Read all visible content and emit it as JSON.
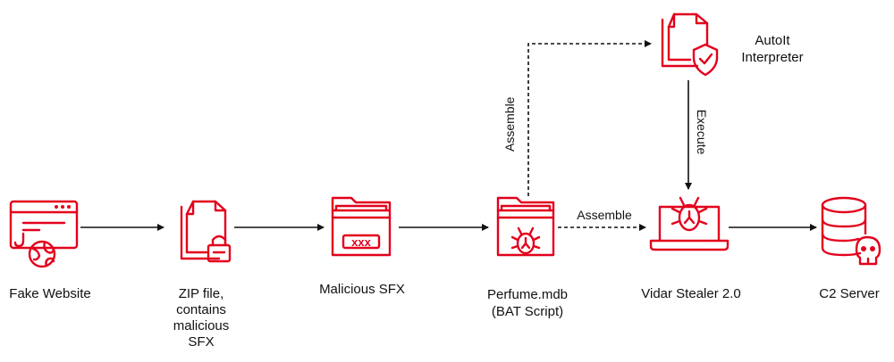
{
  "diagram": {
    "accent_color": "#e3001b",
    "line_color": "#111111",
    "nodes": {
      "fake_website": {
        "label": "Fake Website",
        "icon": "browser-globe-icon"
      },
      "zip_file": {
        "label": "ZIP file,\ncontains\nmalicious\nSFX",
        "icon": "locked-files-icon"
      },
      "malicious_sfx": {
        "label": "Malicious SFX",
        "icon": "folder-password-icon"
      },
      "perfume_mdb": {
        "label": "Perfume.mdb\n(BAT Script)",
        "icon": "folder-bug-icon"
      },
      "autoit": {
        "label": "AutoIt\nInterpreter",
        "icon": "files-shield-icon"
      },
      "vidar": {
        "label": "Vidar Stealer 2.0",
        "icon": "laptop-bug-icon"
      },
      "c2_server": {
        "label": "C2 Server",
        "icon": "database-skull-icon"
      }
    },
    "edges": {
      "assemble_up": "Assemble",
      "execute": "Execute",
      "assemble_right": "Assemble"
    }
  }
}
